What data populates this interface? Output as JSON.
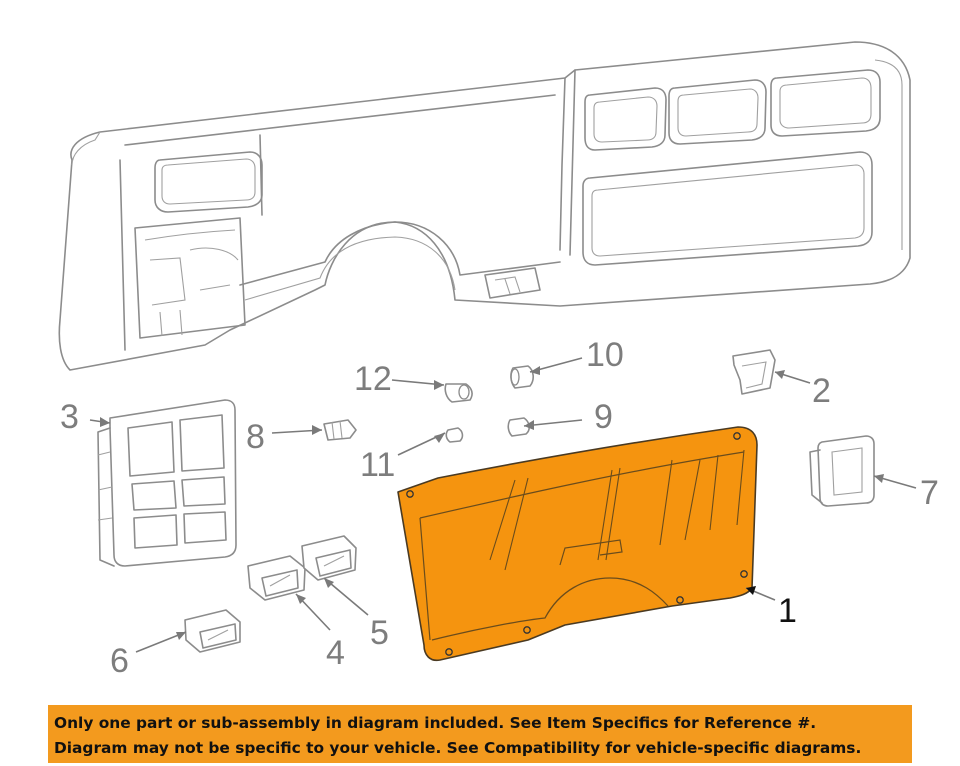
{
  "callouts": [
    "1",
    "2",
    "3",
    "4",
    "5",
    "6",
    "7",
    "8",
    "9",
    "10",
    "11",
    "12"
  ],
  "highlight_color": "#f5940f",
  "footer": {
    "line1": "Only one part or sub-assembly in diagram included. See Item Specifics for Reference #.",
    "line2": "Diagram may not be specific to your vehicle. See Compatibility for vehicle-specific diagrams.",
    "background": "#f39a1e"
  }
}
